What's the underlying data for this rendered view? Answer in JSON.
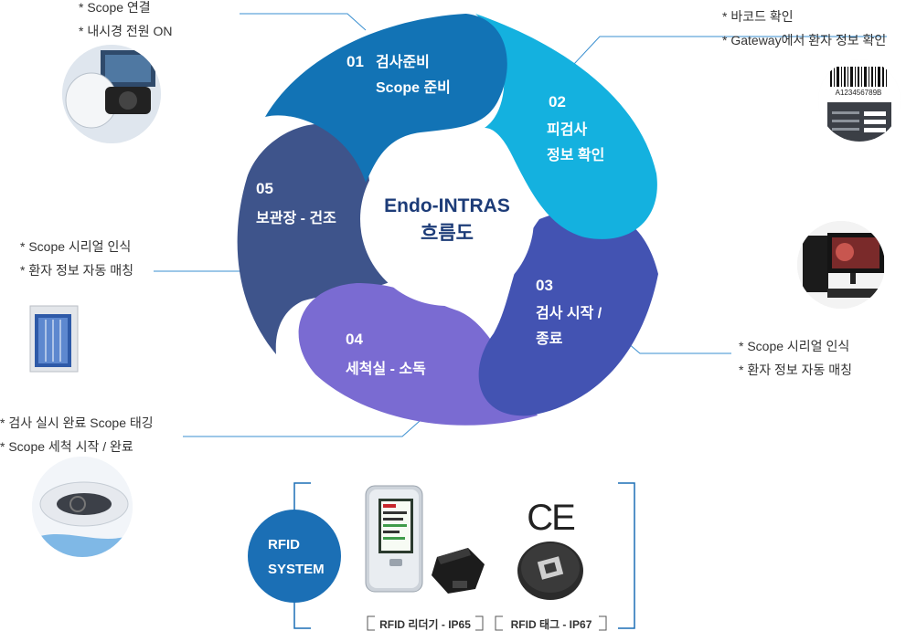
{
  "center": {
    "line1": "Endo-INTRAS",
    "line2": "흐름도"
  },
  "steps": [
    {
      "num": "01",
      "line1": "검사준비",
      "line2": "Scope 준비",
      "color": "#1273b5"
    },
    {
      "num": "02",
      "line1": "피검사",
      "line2": "정보 확인",
      "color": "#14b1df"
    },
    {
      "num": "03",
      "line1": "검사 시작 /",
      "line2": "종료",
      "color": "#4353b2"
    },
    {
      "num": "04",
      "line1": "세척실 - 소독",
      "line2": "",
      "color": "#7a6bd2"
    },
    {
      "num": "05",
      "line1": "보관장 - 건조",
      "line2": "",
      "color": "#3e548b"
    }
  ],
  "notes": {
    "step01": [
      "* Scope 연결",
      "* 내시경 전원 ON"
    ],
    "step02": [
      "* 바코드 확인",
      "* Gateway에서 환자 정보 확인"
    ],
    "step03": [
      "* Scope 시리얼 인식",
      "* 환자 정보 자동 매칭"
    ],
    "step04": [
      "* 검사 실시 완료 Scope 태깅",
      "* Scope 세척 시작 / 완료"
    ],
    "step05": [
      "* Scope 시리얼 인식",
      "* 환자 정보 자동 매칭"
    ]
  },
  "barcode": {
    "text": "A123456789B"
  },
  "rfid": {
    "badge_line1": "RFID",
    "badge_line2": "SYSTEM",
    "badge_color": "#1b6fb5",
    "ce_mark": "CE",
    "reader_label": "RFID 리더기 - IP65",
    "tag_label": "RFID 태그 - IP67"
  },
  "colors": {
    "line": "#3a8fd0",
    "center_text": "#1d3c78"
  }
}
